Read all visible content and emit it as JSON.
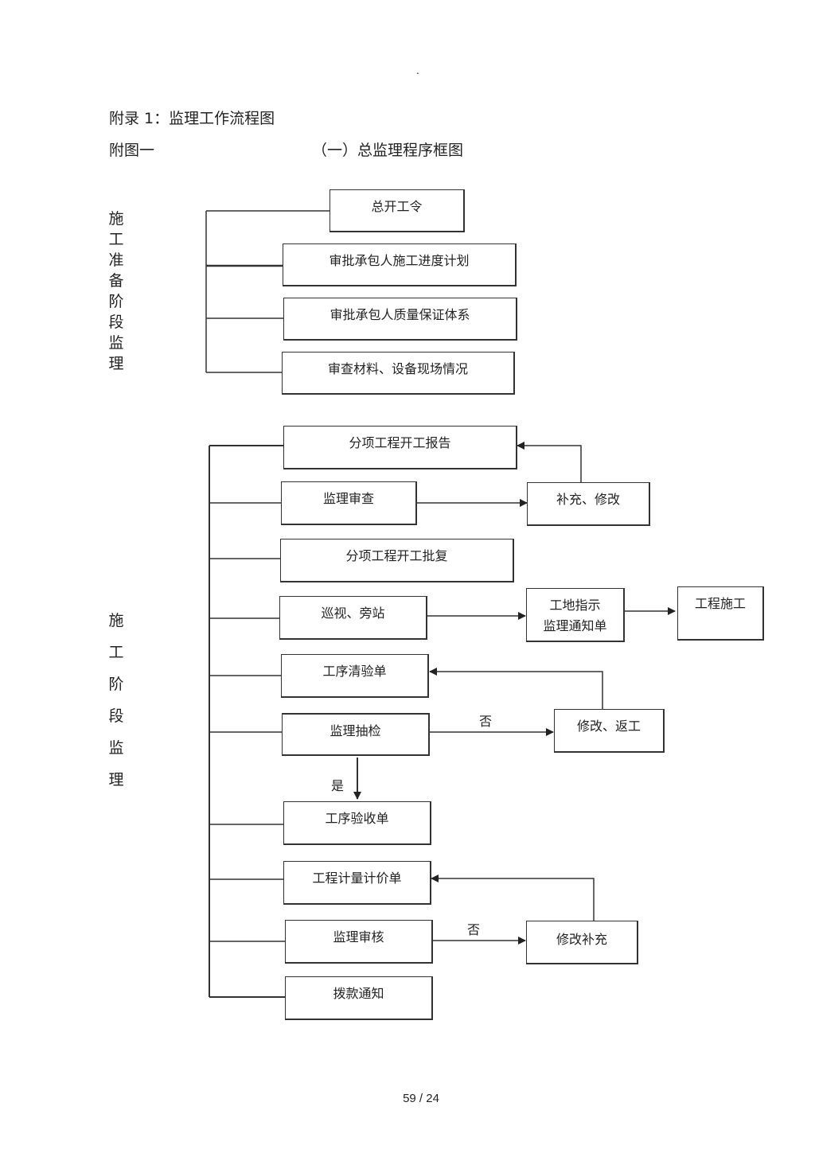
{
  "header_dot": ".",
  "appendix_title": "附录 1：监理工作流程图",
  "figure_label": "附图一",
  "figure_title": "（一）总监理程序框图",
  "prep_stage_label": [
    "施",
    "工",
    "准",
    "备",
    "阶",
    "段",
    "监",
    "理"
  ],
  "const_stage_label": [
    "施",
    "工",
    "阶",
    "段",
    "监",
    "理"
  ],
  "prep_boxes": {
    "start_order": "总开工令",
    "approve_schedule": "审批承包人施工进度计划",
    "approve_quality": "审批承包人质量保证体系",
    "inspect_materials": "审查材料、设备现场情况"
  },
  "construction_boxes": {
    "start_report": "分项工程开工报告",
    "supervision_review": "监理审查",
    "supplement_modify": "补充、修改",
    "start_approval": "分项工程开工批复",
    "patrol": "巡视、旁站",
    "site_notice": "工地指示\n监理通知单",
    "construction": "工程施工",
    "process_check_form": "工序清验单",
    "spot_check": "监理抽检",
    "modify_rework": "修改、返工",
    "process_accept_form": "工序验收单",
    "measurement_form": "工程计量计价单",
    "supervision_audit": "监理审核",
    "modify_supplement": "修改补充",
    "payment_notice": "拨款通知"
  },
  "edge_labels": {
    "no_1": "否",
    "yes": "是",
    "no_2": "否"
  },
  "page_number": "59 / 24"
}
